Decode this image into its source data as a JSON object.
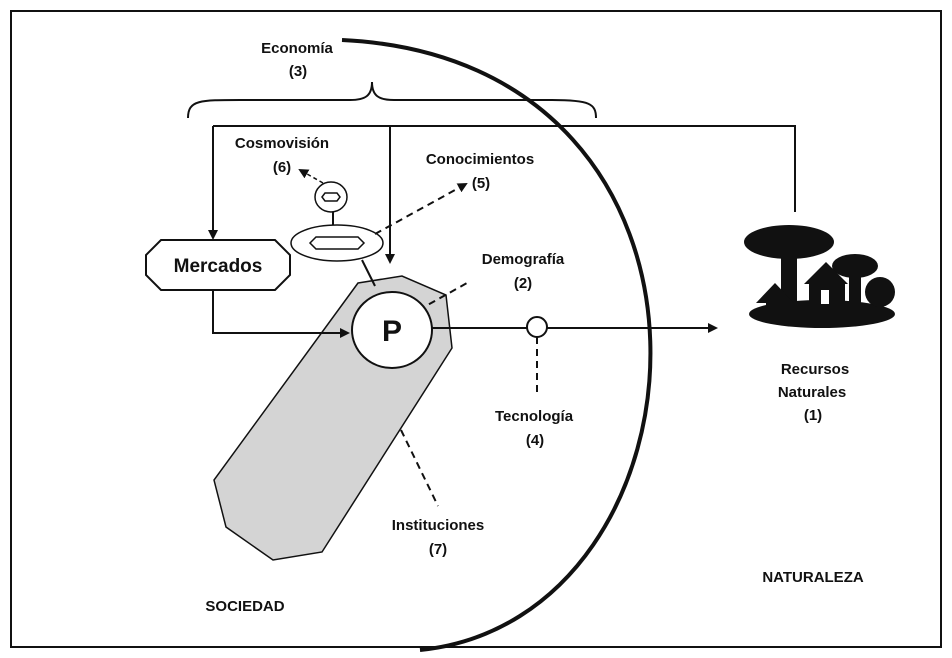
{
  "labels": {
    "economia": "Economía",
    "economia_num": "(3)",
    "cosmovision": "Cosmovisión",
    "cosmovision_num": "(6)",
    "conocimientos": "Conocimientos",
    "conocimientos_num": "(5)",
    "demografia": "Demografía",
    "demografia_num": "(2)",
    "mercados": "Mercados",
    "producer": "P",
    "tecnologia": "Tecnología",
    "tecnologia_num": "(4)",
    "instituciones": "Instituciones",
    "instituciones_num": "(7)",
    "recursos_line1": "Recursos",
    "recursos_line2": "Naturales",
    "recursos_num": "(1)",
    "sociedad": "SOCIEDAD",
    "naturaleza": "NATURALEZA"
  },
  "icons": {
    "natural_resources": "trees-and-houses-icon"
  },
  "colors": {
    "ink": "#111111",
    "institution_fill": "#d4d4d4",
    "background": "#ffffff"
  }
}
